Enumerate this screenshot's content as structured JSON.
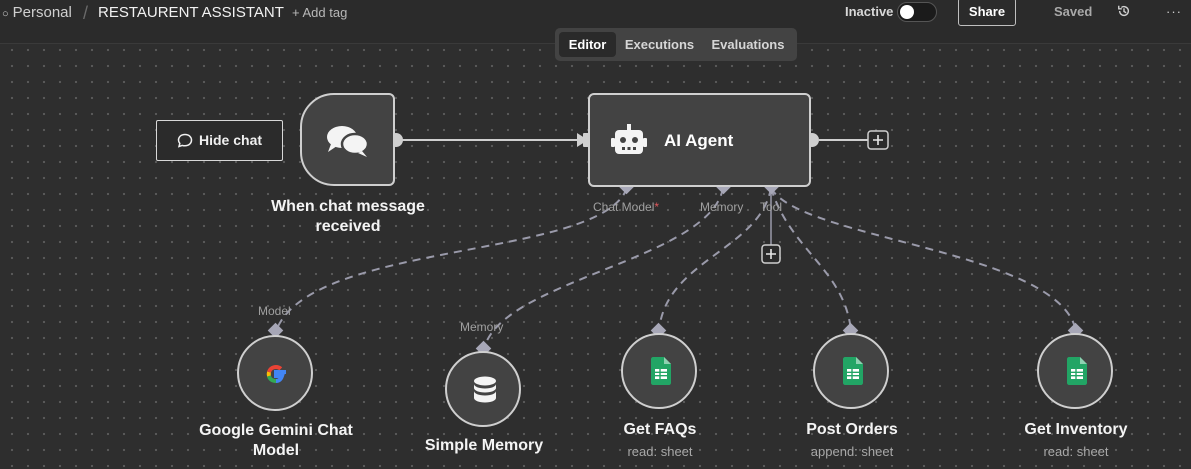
{
  "header": {
    "workspace": "Personal",
    "workflow_name": "RESTAURENT ASSISTANT",
    "add_tag": "+ Add tag",
    "status_label": "Inactive",
    "active": false,
    "share_label": "Share",
    "save_state": "Saved",
    "more_label": "···"
  },
  "tabs": [
    {
      "label": "Editor",
      "active": true
    },
    {
      "label": "Executions",
      "active": false
    },
    {
      "label": "Evaluations",
      "active": false
    }
  ],
  "chat_button": {
    "label": "Hide chat"
  },
  "nodes": {
    "trigger": {
      "title": "When chat message received",
      "icon": "chat-bubbles-icon"
    },
    "agent": {
      "title": "AI Agent",
      "icon": "robot-icon",
      "ports": {
        "chat_model": "Chat Model",
        "chat_model_required": "*",
        "memory": "Memory",
        "tool": "Tool"
      }
    },
    "gemini": {
      "title": "Google Gemini Chat Model",
      "port": "Model",
      "icon": "google-icon"
    },
    "memory": {
      "title": "Simple Memory",
      "port": "Memory",
      "icon": "database-icon"
    },
    "faqs": {
      "title": "Get FAQs",
      "subtitle": "read: sheet",
      "icon": "google-sheets-icon"
    },
    "orders": {
      "title": "Post Orders",
      "subtitle": "append: sheet",
      "icon": "google-sheets-icon"
    },
    "inventory": {
      "title": "Get Inventory",
      "subtitle": "read: sheet",
      "icon": "google-sheets-icon"
    }
  },
  "colors": {
    "canvas": "#2e2e2e",
    "node_fill": "#434343",
    "node_border": "#cfcfcf",
    "connector": "#9a9aaa",
    "sheets_green": "#22a565",
    "required_mark": "#e0585c"
  }
}
